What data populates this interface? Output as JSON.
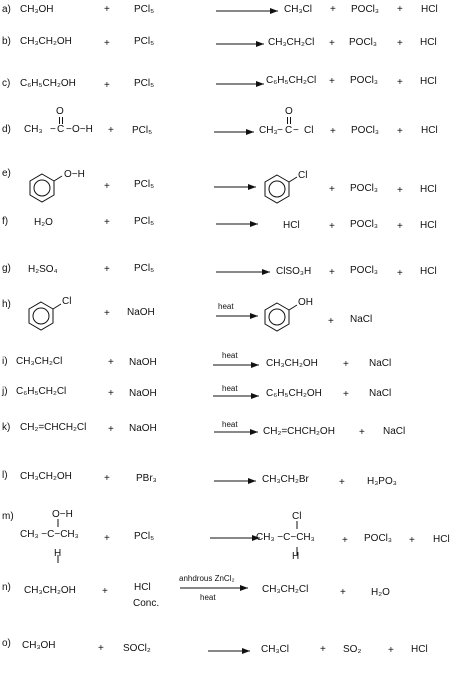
{
  "rows": {
    "a": {
      "label": "a)",
      "reactant": "CH₃OH",
      "plus1": "+",
      "reagent": "PCl₅",
      "product": "CH₃Cl",
      "plus2": "+",
      "byproduct": "POCl₃",
      "plus3": "+",
      "byproduct2": "HCl"
    },
    "b": {
      "label": "b)",
      "reactant": "CH₃CH₂OH",
      "plus1": "+",
      "reagent": "PCl₅",
      "product": "CH₃CH₂Cl",
      "plus2": "+",
      "byproduct": "POCl₃",
      "plus3": "+",
      "byproduct2": "HCl"
    },
    "c": {
      "label": "c)",
      "reactant": "C₆H₅CH₂OH",
      "plus1": "+",
      "reagent": "PCl₅",
      "product": "C₆H₅CH₂Cl",
      "plus2": "+",
      "byproduct": "POCl₃",
      "plus3": "+",
      "byproduct2": "HCl"
    },
    "d": {
      "label": "d)",
      "reactant_left": "CH₃",
      "reactant_mid": "C",
      "reactant_right": "O−H",
      "reactant_o": "O",
      "plus1": "+",
      "reagent": "PCl₅",
      "product_left": "CH₃",
      "product_mid": "C",
      "product_right": "Cl",
      "product_o": "O",
      "plus2": "+",
      "byproduct": "POCl₃",
      "plus3": "+",
      "byproduct2": "HCl"
    },
    "e": {
      "label": "e)",
      "reactant_sub": "O−H",
      "plus1": "+",
      "reagent": "PCl₅",
      "product_sub": "Cl",
      "plus2": "+",
      "byproduct": "POCl₃",
      "plus3": "+",
      "byproduct2": "HCl"
    },
    "f": {
      "label": "f)",
      "reactant": "H₂O",
      "plus1": "+",
      "reagent": "PCl₅",
      "product": "HCl",
      "plus2": "+",
      "byproduct": "POCl₃",
      "plus3": "+",
      "byproduct2": "HCl"
    },
    "g": {
      "label": "g)",
      "reactant": "H₂SO₄",
      "plus1": "+",
      "reagent": "PCl₅",
      "product": "ClSO₃H",
      "plus2": "+",
      "byproduct": "POCl₃",
      "plus3": "+",
      "byproduct2": "HCl"
    },
    "h": {
      "label": "h)",
      "reactant_sub": "Cl",
      "plus1": "+",
      "reagent": "NaOH",
      "condition": "heat",
      "product_sub": "OH",
      "plus2": "+",
      "byproduct": "NaCl"
    },
    "i": {
      "label": "i)",
      "reactant": "CH₃CH₂Cl",
      "plus1": "+",
      "reagent": "NaOH",
      "condition": "heat",
      "product": "CH₃CH₂OH",
      "plus2": "+",
      "byproduct": "NaCl"
    },
    "j": {
      "label": "j)",
      "reactant": "C₆H₅CH₂Cl",
      "plus1": "+",
      "reagent": "NaOH",
      "condition": "heat",
      "product": "C₆H₅CH₂OH",
      "plus2": "+",
      "byproduct": "NaCl"
    },
    "k": {
      "label": "k)",
      "reactant": "CH₂=CHCH₂Cl",
      "plus1": "+",
      "reagent": "NaOH",
      "condition": "heat",
      "product": "CH₂=CHCH₂OH",
      "plus2": "+",
      "byproduct": "NaCl"
    },
    "l": {
      "label": "l)",
      "reactant": "CH₃CH₂OH",
      "plus1": "+",
      "reagent": "PBr₃",
      "product": "CH₃CH₂Br",
      "plus2": "+",
      "byproduct": "H₃PO₃"
    },
    "m": {
      "label": "m)",
      "reactant_top": "O−H",
      "reactant_main": "CH₃ −C−CH₃",
      "reactant_bottom": "H",
      "plus1": "+",
      "reagent": "PCl₅",
      "product_top": "Cl",
      "product_main": "CH₃ −C−CH₃",
      "product_bottom": "H",
      "plus2": "+",
      "byproduct": "POCl₃",
      "plus3": "+",
      "byproduct2": "HCl"
    },
    "n": {
      "label": "n)",
      "reactant": "CH₃CH₂OH",
      "plus1": "+",
      "reagent": "HCl",
      "reagent2": "Conc.",
      "condition_top": "anhdrous ZnCl₂",
      "condition_bottom": "heat",
      "product": "CH₃CH₂Cl",
      "plus2": "+",
      "byproduct": "H₂O"
    },
    "o": {
      "label": "o)",
      "reactant": "CH₃OH",
      "plus1": "+",
      "reagent": "SOCl₂",
      "product": "CH₃Cl",
      "plus2": "+",
      "byproduct": "SO₂",
      "plus3": "+",
      "byproduct2": "HCl"
    }
  }
}
